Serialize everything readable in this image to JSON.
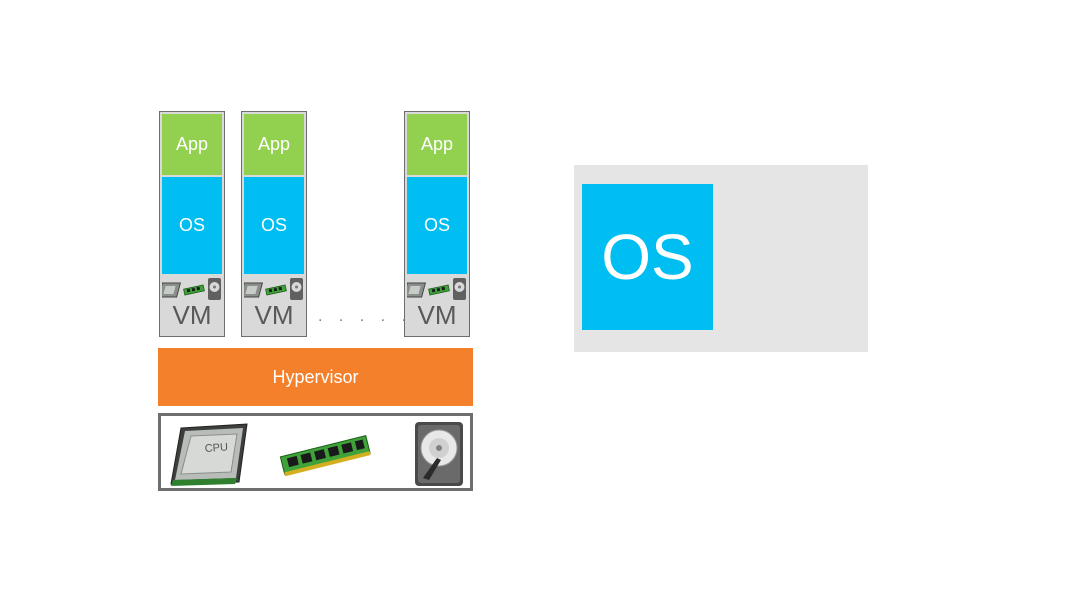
{
  "vms": [
    {
      "app": "App",
      "os": "OS",
      "label": "VM"
    },
    {
      "app": "App",
      "os": "OS",
      "label": "VM"
    },
    {
      "app": "App",
      "os": "OS",
      "label": "VM"
    }
  ],
  "ellipsis": ". . . . .",
  "hypervisor": {
    "label": "Hypervisor"
  },
  "hardware": {
    "cpu_label": "CPU"
  },
  "right_panel": {
    "os_label": "OS"
  },
  "colors": {
    "app": "#92d050",
    "os": "#00bdf2",
    "hypervisor": "#f5802b",
    "vm_bg": "#d9d9d9",
    "panel_bg": "#e5e5e5"
  }
}
